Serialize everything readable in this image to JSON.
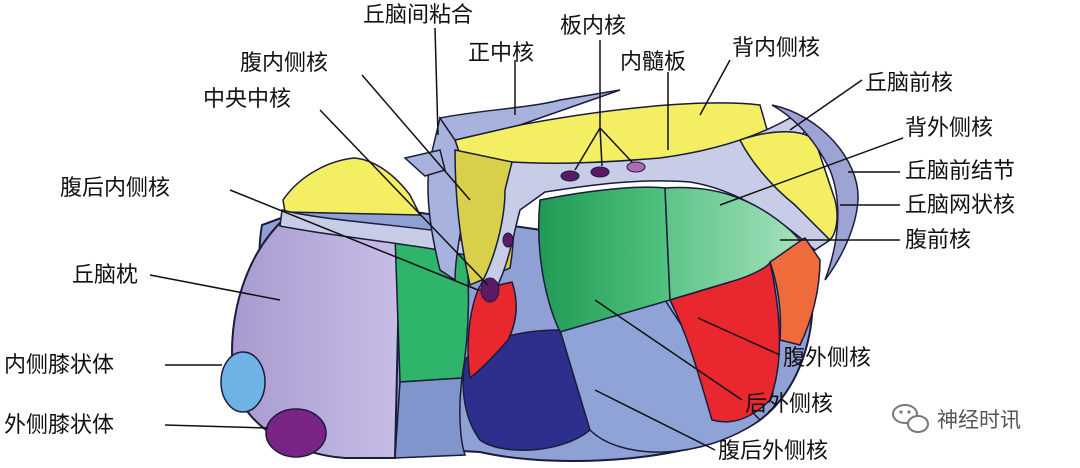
{
  "labels": {
    "interthalamic_adhesion": "丘脑间粘合",
    "intralaminar_nuclei": "板内核",
    "midline_nuclei": "正中核",
    "internal_medullary_lamina": "内髓板",
    "mediodorsal_nucleus": "背内侧核",
    "ventromedial_nucleus": "腹内侧核",
    "centromedian_nucleus": "中央中核",
    "anterior_nucleus": "丘脑前核",
    "lateral_dorsal_nucleus": "背外侧核",
    "anterior_tubercle": "丘脑前结节",
    "reticular_nucleus": "丘脑网状核",
    "ventral_anterior_nucleus": "腹前核",
    "ventral_posteromedial_nucleus": "腹后内侧核",
    "pulvinar": "丘脑枕",
    "medial_geniculate_body": "内侧膝状体",
    "lateral_geniculate_body": "外侧膝状体",
    "ventral_lateral_nucleus": "腹外侧核",
    "lateral_posterior_nucleus": "后外侧核",
    "ventral_posterolateral_nucleus": "腹后外侧核"
  },
  "watermark": {
    "text": "神经时讯",
    "icon": "wechat-icon"
  },
  "colors": {
    "pulvinar": "#b3a6d6",
    "yellow": "#f3ee62",
    "green": "#2fb46c",
    "light_green": "#8fd6a8",
    "red": "#e8282e",
    "orange": "#ef6b3c",
    "blue": "#7f95cc",
    "dark_blue": "#2c2f8c",
    "purple": "#5b1a66",
    "lamina": "#c7cde6"
  }
}
